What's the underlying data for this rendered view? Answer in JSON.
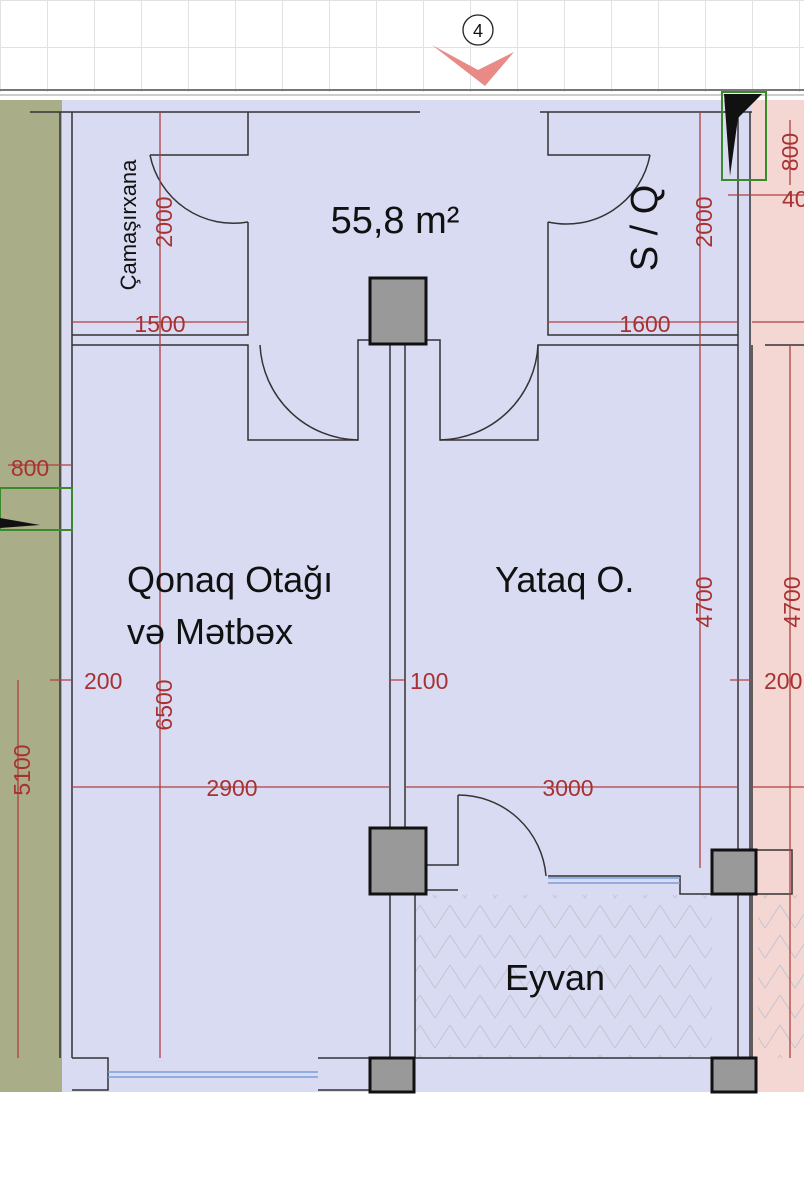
{
  "plan": {
    "axis_marker": "4",
    "area": "55,8 m²",
    "rooms": {
      "laundry": "Çamaşırxana",
      "bathroom": "S / Q",
      "living_line1": "Qonaq Otağı",
      "living_line2": "və Mətbəx",
      "bedroom": "Yataq O.",
      "balcony": "Eyvan"
    },
    "dimensions": {
      "laundry_height": "2000",
      "bath_height": "2000",
      "laundry_width": "1500",
      "bath_width": "1600",
      "left_window": "800",
      "right_window": "800",
      "right_offset": "40",
      "bed_height": "4700",
      "neighbor_height": "4700",
      "left_wall": "200",
      "mid_wall": "100",
      "right_wall": "200",
      "living_height": "6500",
      "left_total": "5100",
      "living_width": "2900",
      "bed_width": "3000"
    },
    "colors": {
      "apartment": "#d9dbf3",
      "left_neighbor": "#a9ae88",
      "right_neighbor": "#f4d7d3",
      "dimension": "#a83232"
    }
  }
}
